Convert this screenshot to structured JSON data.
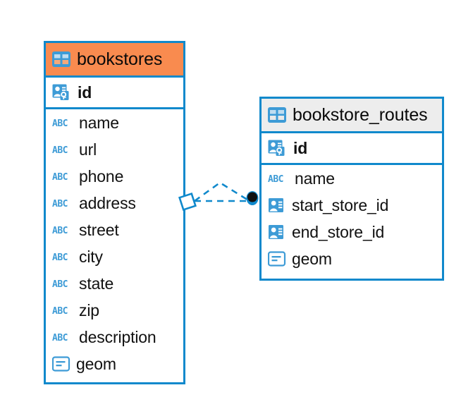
{
  "diagram": {
    "type": "entity-relationship-diagram",
    "background": "#ffffff",
    "accent_border": "#1089CC",
    "accent_header_primary": "#F98B4F",
    "accent_header_secondary": "#EDEDED",
    "icon_blue": "#3D9BD6",
    "text_color": "#111111"
  },
  "entities": [
    {
      "name": "bookstores",
      "header_icon": "table-icon",
      "header_style": "accent-orange",
      "fields": [
        {
          "name": "id",
          "icon": "primary-key-icon",
          "bold": true
        },
        {
          "name": "name",
          "icon": "abc-text-icon",
          "bold": false
        },
        {
          "name": "url",
          "icon": "abc-text-icon",
          "bold": false
        },
        {
          "name": "phone",
          "icon": "abc-text-icon",
          "bold": false
        },
        {
          "name": "address",
          "icon": "abc-text-icon",
          "bold": false
        },
        {
          "name": "street",
          "icon": "abc-text-icon",
          "bold": false
        },
        {
          "name": "city",
          "icon": "abc-text-icon",
          "bold": false
        },
        {
          "name": "state",
          "icon": "abc-text-icon",
          "bold": false
        },
        {
          "name": "zip",
          "icon": "abc-text-icon",
          "bold": false
        },
        {
          "name": "description",
          "icon": "abc-text-icon",
          "bold": false
        },
        {
          "name": "geom",
          "icon": "geometry-icon",
          "bold": false
        }
      ]
    },
    {
      "name": "bookstore_routes",
      "header_icon": "table-icon",
      "header_style": "accent-gray",
      "fields": [
        {
          "name": "id",
          "icon": "primary-key-icon",
          "bold": true
        },
        {
          "name": "name",
          "icon": "abc-text-icon",
          "bold": false
        },
        {
          "name": "start_store_id",
          "icon": "foreign-key-icon",
          "bold": false
        },
        {
          "name": "end_store_id",
          "icon": "foreign-key-icon",
          "bold": false
        },
        {
          "name": "geom",
          "icon": "geometry-icon",
          "bold": false
        }
      ]
    }
  ],
  "relationship": {
    "from_entity": "bookstores",
    "to_entity": "bookstore_routes",
    "from_marker": "diamond-marker",
    "to_marker": "filled-circle-marker",
    "line_style": "dashed",
    "line_color": "#1089CC"
  },
  "icon_labels": {
    "abc": "ABC"
  }
}
